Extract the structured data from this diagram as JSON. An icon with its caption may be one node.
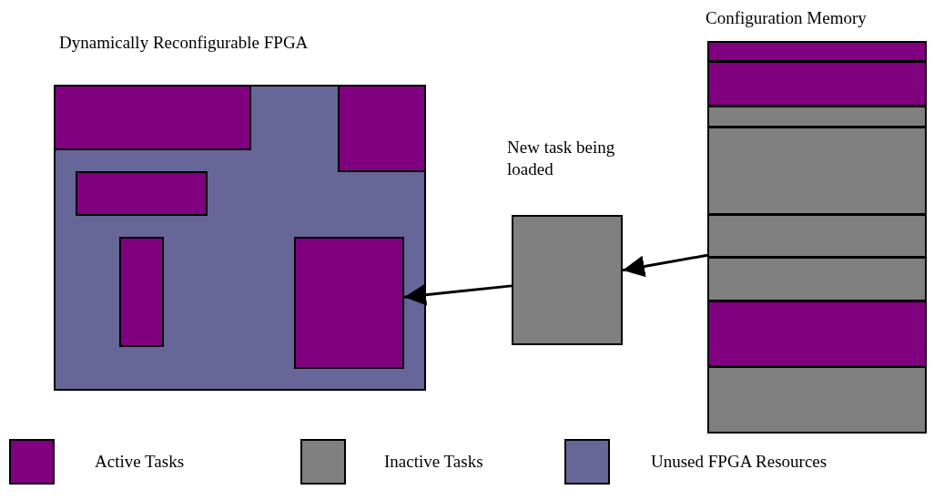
{
  "diagram": {
    "nodes": [
      {
        "text": [
          "Dynamically Reconfigurable FPGA"
        ]
      },
      {
        "text": [],
        "shape": "box",
        "in": 0
      },
      {
        "text": [],
        "shape": "box",
        "in": 0
      },
      {
        "text": [],
        "shape": "box",
        "in": 0
      },
      {
        "text": [],
        "shape": "box",
        "in": 0
      },
      {
        "text": [],
        "shape": "box",
        "in": 0
      },
      {
        "text": [
          "New task being loaded"
        ]
      },
      {
        "text": [
          "Configuration Memory"
        ]
      },
      {
        "text": [],
        "shape": "box",
        "in": 7
      },
      {
        "text": [],
        "shape": "box",
        "in": 7
      },
      {
        "text": [],
        "shape": "box",
        "in": 7
      },
      {
        "text": [],
        "shape": "box",
        "in": 7
      },
      {
        "text": [],
        "shape": "box",
        "in": 7
      },
      {
        "text": [],
        "shape": "box",
        "in": 7
      },
      {
        "text": [],
        "shape": "box",
        "in": 7
      },
      {
        "text": [],
        "shape": "box",
        "in": 7
      }
    ],
    "edges": [
      {
        "from": 12,
        "to": 6,
        "arrow": "to"
      },
      {
        "from": 6,
        "to": 5,
        "arrow": "to"
      }
    ],
    "legend": [
      {
        "text": "Active Tasks",
        "color": "#800080"
      },
      {
        "text": "Inactive Tasks",
        "color": "#808080"
      },
      {
        "text": "Unused FPGA Resources",
        "color": "#666699"
      }
    ]
  }
}
